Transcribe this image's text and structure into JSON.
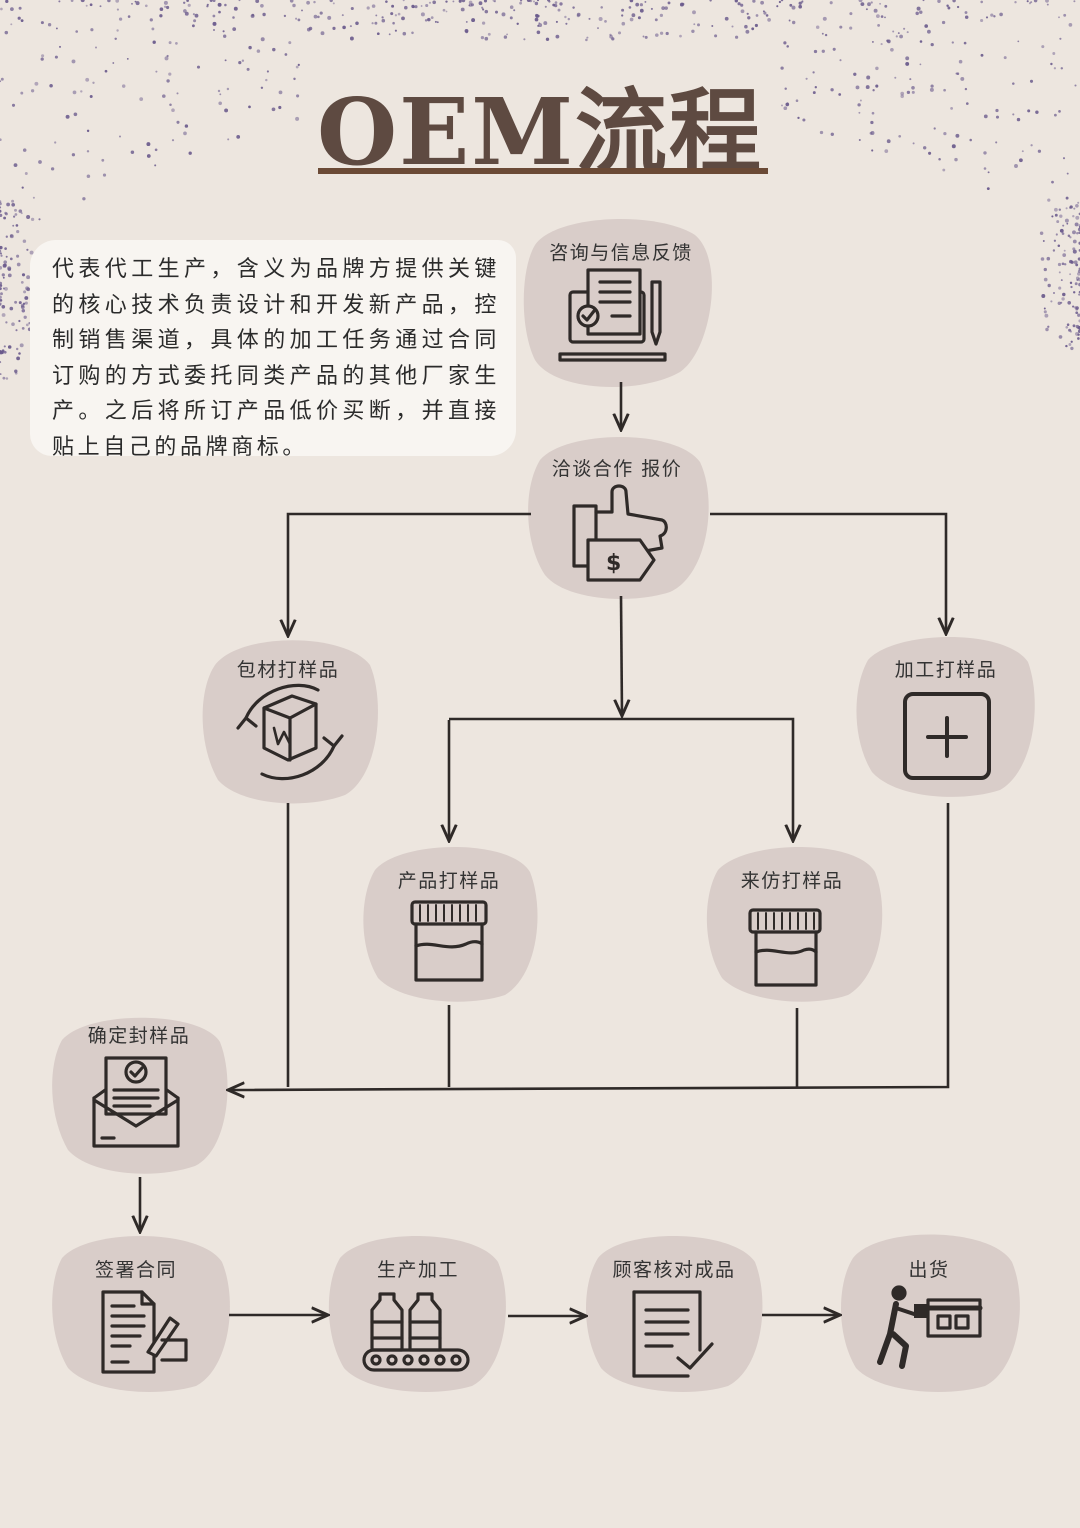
{
  "title": "OEM流程",
  "intro": "代表代工生产，含义为品牌方提供关键的核心技术负责设计和开发新产品，控制销售渠道，具体的加工任务通过合同订购的方式委托同类产品的其他厂家生产。之后将所订产品低价买断，并直接贴上自己的品牌商标。",
  "colors": {
    "background": "#ede6df",
    "blob": "#d9cdc9",
    "title": "#5e4a41",
    "rule": "#6b4a36",
    "dots": "#6a5a8c",
    "line": "#2f2a28"
  },
  "nodes": {
    "consult": {
      "label": "咨询与信息反馈",
      "icon": "contract-review-icon"
    },
    "negotiate": {
      "label": "洽谈合作 报价",
      "icon": "price-deal-icon"
    },
    "package": {
      "label": "包材打样品",
      "icon": "box-recycle-icon"
    },
    "process": {
      "label": "加工打样品",
      "icon": "plus-square-icon"
    },
    "product": {
      "label": "产品打样品",
      "icon": "sample-jar-icon"
    },
    "copy": {
      "label": "来仿打样品",
      "icon": "sample-jar-icon"
    },
    "confirm": {
      "label": "确定封样品",
      "icon": "approved-envelope-icon"
    },
    "sign": {
      "label": "签署合同",
      "icon": "signing-contract-icon"
    },
    "produce": {
      "label": "生产加工",
      "icon": "bottle-conveyor-icon"
    },
    "check": {
      "label": "顾客核对成品",
      "icon": "checklist-icon"
    },
    "ship": {
      "label": "出货",
      "icon": "delivery-icon"
    }
  }
}
